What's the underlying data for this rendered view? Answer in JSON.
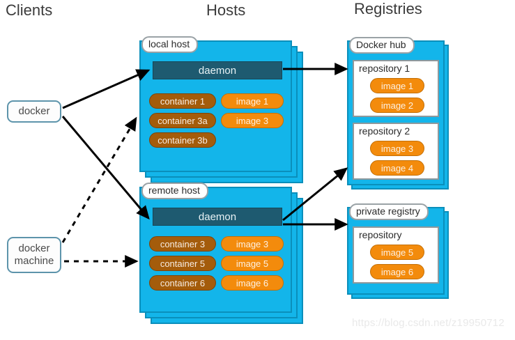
{
  "columns": {
    "clients": "Clients",
    "hosts": "Hosts",
    "registries": "Registries"
  },
  "clients": [
    {
      "id": "docker",
      "label": "docker"
    },
    {
      "id": "docker-machine",
      "label": "docker\nmachine"
    }
  ],
  "hosts": [
    {
      "id": "local-host",
      "tag": "local host",
      "daemon": "daemon",
      "containers": [
        "container 1",
        "container 3a",
        "container 3b"
      ],
      "images": [
        "image 1",
        "image 3"
      ]
    },
    {
      "id": "remote-host",
      "tag": "remote host",
      "daemon": "daemon",
      "containers": [
        "container 3",
        "container 5",
        "container 6"
      ],
      "images": [
        "image 3",
        "image 5",
        "image 6"
      ]
    }
  ],
  "registries": [
    {
      "id": "docker-hub",
      "tag": "Docker hub",
      "repositories": [
        {
          "label": "repository 1",
          "images": [
            "image 1",
            "image 2"
          ]
        },
        {
          "label": "repository 2",
          "images": [
            "image 3",
            "image 4"
          ]
        }
      ]
    },
    {
      "id": "private-registry",
      "tag": "private registry",
      "repositories": [
        {
          "label": "repository",
          "images": [
            "image 5",
            "image 6"
          ]
        }
      ]
    }
  ],
  "colors": {
    "host_blue": "#13b5ea",
    "host_border": "#0a8fbb",
    "daemon": "#1e5a70",
    "container": "#a45c0b",
    "image": "#f38b0c",
    "client_border": "#5d94ab",
    "arrow": "#000000"
  },
  "watermark": "https://blog.csdn.net/z19950712"
}
